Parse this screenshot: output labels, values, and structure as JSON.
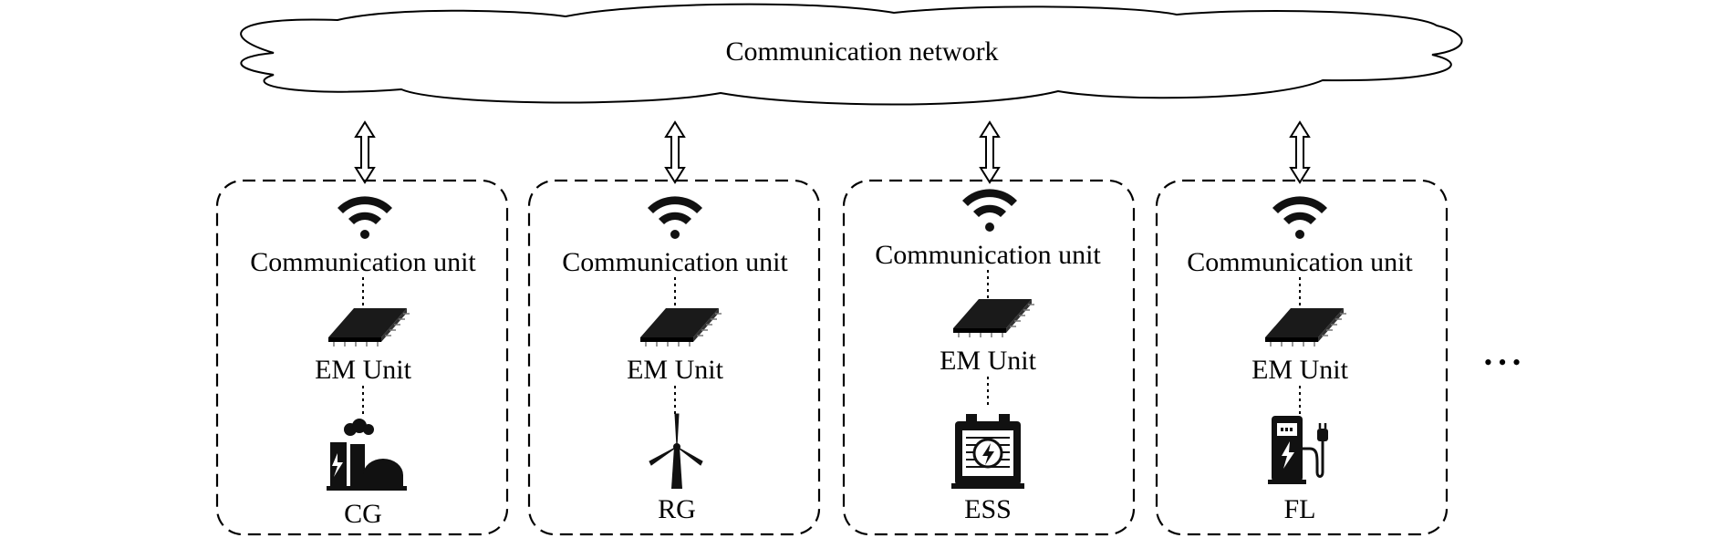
{
  "network": {
    "label": "Communication network"
  },
  "nodes": [
    {
      "comm_label": "Communication unit",
      "em_label": "EM Unit",
      "device_label": "CG",
      "device_icon": "power-plant-icon"
    },
    {
      "comm_label": "Communication unit",
      "em_label": "EM Unit",
      "device_label": "RG",
      "device_icon": "wind-turbine-icon"
    },
    {
      "comm_label": "Communication unit",
      "em_label": "EM Unit",
      "device_label": "ESS",
      "device_icon": "battery-icon"
    },
    {
      "comm_label": "Communication unit",
      "em_label": "EM Unit",
      "device_label": "FL",
      "device_icon": "ev-charger-icon"
    }
  ],
  "continuation": "• • •",
  "style": {
    "stroke": "#000000",
    "fill": "#ffffff",
    "icon": "#111111"
  }
}
